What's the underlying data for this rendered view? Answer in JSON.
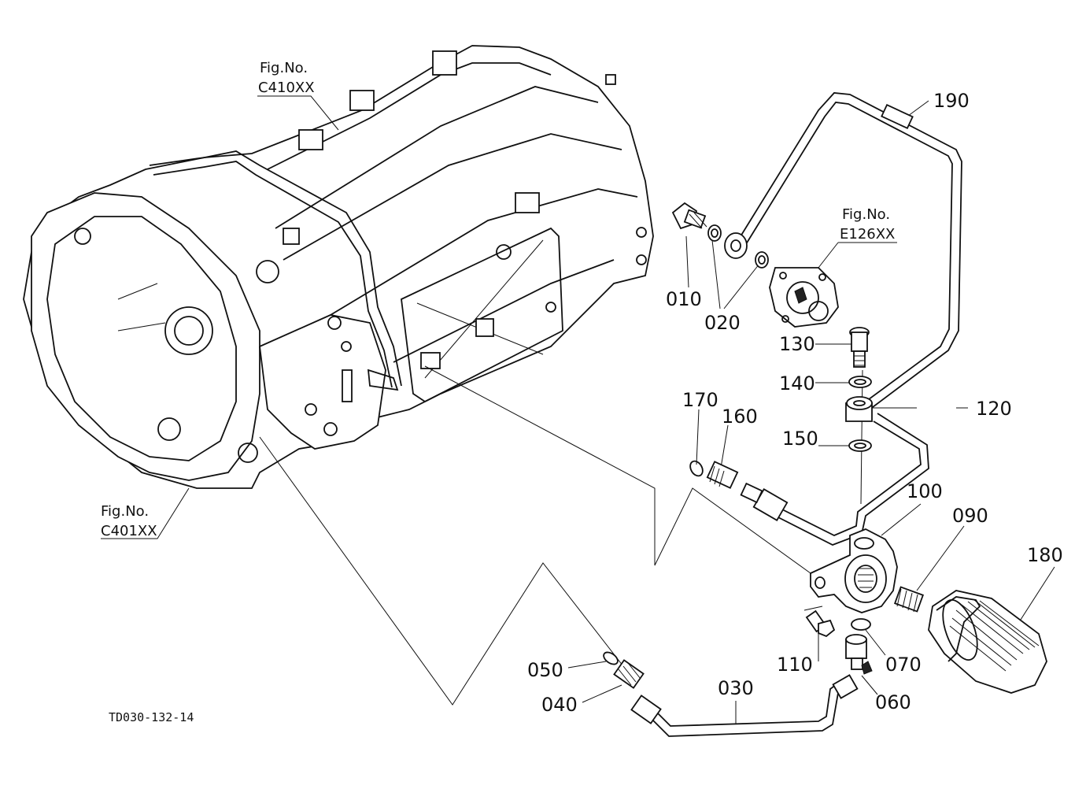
{
  "labels": {
    "p010": "010",
    "p020": "020",
    "p030": "030",
    "p040": "040",
    "p050": "050",
    "p060": "060",
    "p070": "070",
    "p090": "090",
    "p100": "100",
    "p110": "110",
    "p120": "120",
    "p130": "130",
    "p140": "140",
    "p150": "150",
    "p160": "160",
    "p170": "170",
    "p180": "180",
    "p190": "190"
  },
  "figrefs": {
    "c410": {
      "title": "Fig.No.",
      "code": "C410XX"
    },
    "e126": {
      "title": "Fig.No.",
      "code": "E126XX"
    },
    "c401": {
      "title": "Fig.No.",
      "code": "C401XX"
    }
  },
  "drawing_code": "TD030-132-14"
}
